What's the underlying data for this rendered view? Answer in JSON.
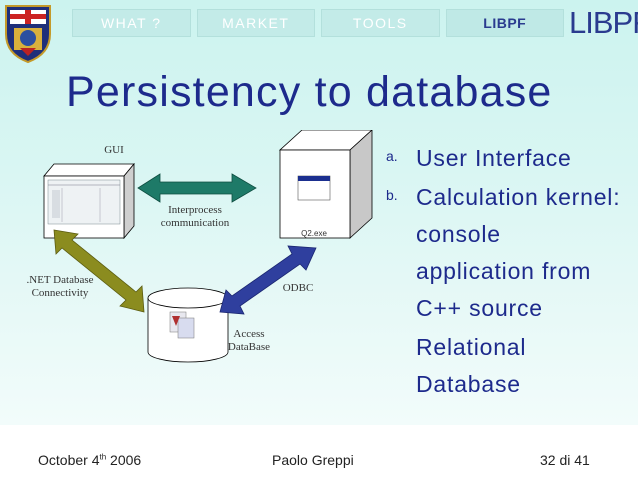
{
  "nav": {
    "tabs": [
      {
        "label": "WHAT ?"
      },
      {
        "label": "MARKET"
      },
      {
        "label": "TOOLS"
      },
      {
        "label": "LIBPF"
      }
    ]
  },
  "brand": {
    "logo_text": "LIBPF"
  },
  "title": "Persistency to database",
  "diagram": {
    "gui_label": "GUI",
    "interprocess_label": "Interprocess communication",
    "exe_label": "Q2.exe",
    "dotnet_label": ".NET Database Connectivity",
    "odbc_label": "ODBC",
    "access_label": "Access DataBase"
  },
  "bullets": {
    "a": {
      "marker": "a.",
      "text": "User Interface"
    },
    "b": {
      "marker": "b.",
      "text": "Calculation kernel: console application from C++ source"
    },
    "c": {
      "text": "Relational Database"
    }
  },
  "footer": {
    "date_prefix": "October 4",
    "date_sup": "th",
    "date_suffix": " 2006",
    "author": "Paolo Greppi",
    "page": "32 di 41"
  },
  "colors": {
    "title": "#1d2a8c",
    "arrow_green": "#1e7a68",
    "arrow_olive": "#8b8c1f",
    "arrow_blue": "#2f3f9e"
  }
}
